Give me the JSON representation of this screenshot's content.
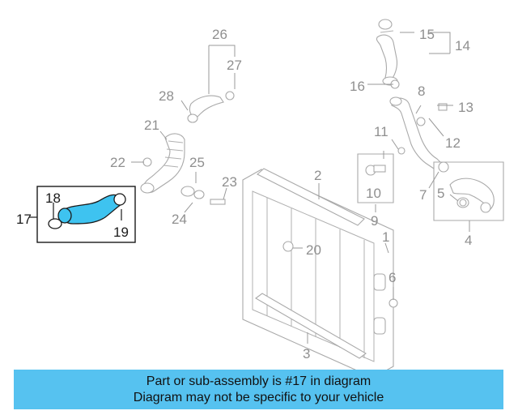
{
  "callouts": {
    "n1": "1",
    "n2": "2",
    "n3": "3",
    "n4": "4",
    "n5": "5",
    "n6": "6",
    "n7": "7",
    "n8": "8",
    "n9": "9",
    "n10": "10",
    "n11": "11",
    "n12": "12",
    "n13": "13",
    "n14": "14",
    "n15": "15",
    "n16": "16",
    "n17": "17",
    "n18": "18",
    "n19": "19",
    "n20": "20",
    "n21": "21",
    "n22": "22",
    "n23": "23",
    "n24": "24",
    "n25": "25",
    "n26": "26",
    "n27": "27",
    "n28": "28"
  },
  "highlighted_part": "17",
  "banner": {
    "line1": "Part or sub-assembly is #17 in diagram",
    "line2": "Diagram may not be specific to your vehicle"
  },
  "colors": {
    "highlight_fill": "#3ec3f0",
    "banner_bg": "#56c2f0",
    "line_gray": "#a9a9a9"
  }
}
